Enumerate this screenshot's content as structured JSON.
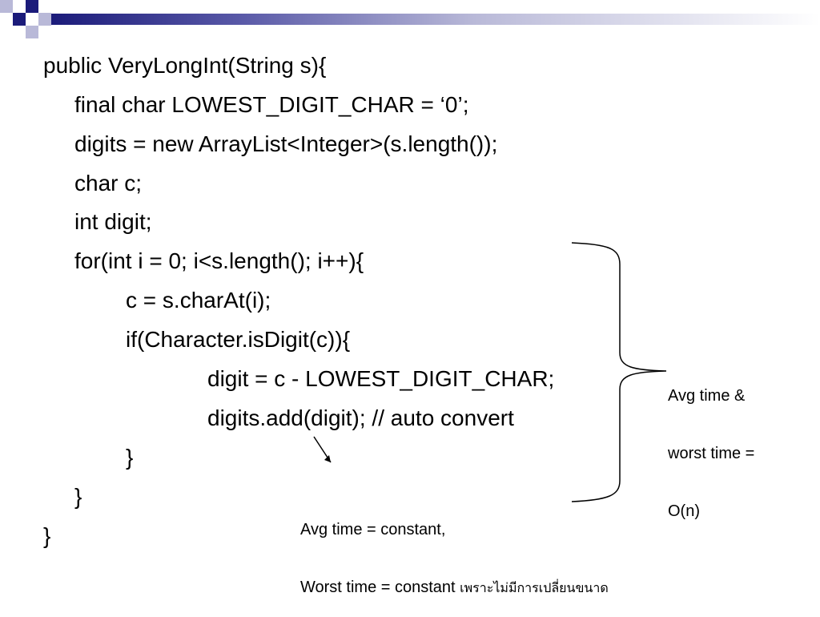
{
  "code_lines": [
    "public VeryLongInt(String s){",
    "final char LOWEST_DIGIT_CHAR = ‘0’;",
    "digits = new ArrayList<Integer>(s.length());",
    "char c;",
    "int digit;",
    "for(int i = 0; i<s.length(); i++){",
    "c = s.charAt(i);",
    "if(Character.isDigit(c)){",
    "digit = c - LOWEST_DIGIT_CHAR;",
    "digits.add(digit); // auto convert",
    "}",
    "}",
    "}"
  ],
  "annotation_right": {
    "line1": "Avg time &",
    "line2": "worst time =",
    "line3": "O(n)"
  },
  "annotation_bottom": {
    "line1": "Avg time = constant,",
    "line2": "Worst time = constant",
    "line2_thai": "เพราะไม่มีการเปลี่ยนขนาด"
  },
  "colors": {
    "navy": "#1b1b7a",
    "lavender": "#b9b9d8"
  }
}
